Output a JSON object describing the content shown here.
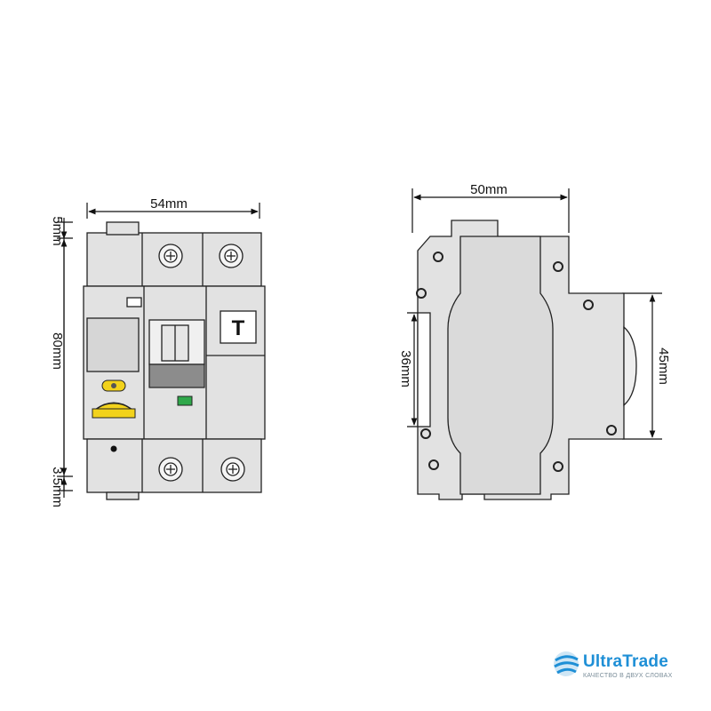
{
  "front_view": {
    "width_label": "54mm",
    "top_margin_label": "5mm",
    "height_label": "80mm",
    "bottom_margin_label": "3.5mm",
    "test_button_label": "T"
  },
  "side_view": {
    "depth_label": "50mm",
    "rail_label": "36mm",
    "front_height_label": "45mm"
  },
  "colors": {
    "body_fill": "#e2e2e2",
    "outline": "#222222",
    "indicator_yellow": "#f2d21b",
    "handle_grey": "#8c8c8c",
    "indicator_green": "#2fa84a",
    "logo_blue": "#1e8fd6"
  },
  "logo": {
    "name": "UltraTrade",
    "tagline": "КАЧЕСТВО В ДВУХ СЛОВАХ"
  }
}
